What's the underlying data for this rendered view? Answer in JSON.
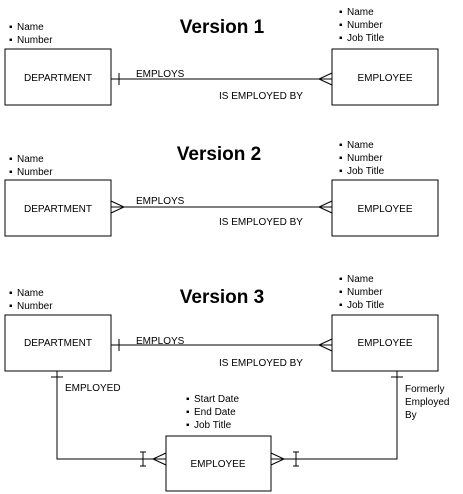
{
  "version1": {
    "title": "Version 1",
    "department": {
      "label": "DEPARTMENT",
      "attributes": [
        "Name",
        "Number"
      ]
    },
    "employee": {
      "label": "EMPLOYEE",
      "attributes": [
        "Name",
        "Number",
        "Job Title"
      ]
    },
    "relationship": {
      "forward": "EMPLOYS",
      "reverse": "IS EMPLOYED BY"
    }
  },
  "version2": {
    "title": "Version 2",
    "department": {
      "label": "DEPARTMENT",
      "attributes": [
        "Name",
        "Number"
      ]
    },
    "employee": {
      "label": "EMPLOYEE",
      "attributes": [
        "Name",
        "Number",
        "Job Title"
      ]
    },
    "relationship": {
      "forward": "EMPLOYS",
      "reverse": "IS EMPLOYED BY"
    }
  },
  "version3": {
    "title": "Version 3",
    "department": {
      "label": "DEPARTMENT",
      "attributes": [
        "Name",
        "Number"
      ]
    },
    "employee": {
      "label": "EMPLOYEE",
      "attributes": [
        "Name",
        "Number",
        "Job Title"
      ]
    },
    "relationship": {
      "forward": "EMPLOYS",
      "reverse": "IS EMPLOYED BY"
    },
    "employment": {
      "label": "EMPLOYEE",
      "attributes": [
        "Start Date",
        "End Date",
        "Job Title"
      ],
      "left_link_label": "EMPLOYED",
      "right_link_label_lines": [
        "Formerly",
        "Employed",
        "By"
      ]
    }
  }
}
